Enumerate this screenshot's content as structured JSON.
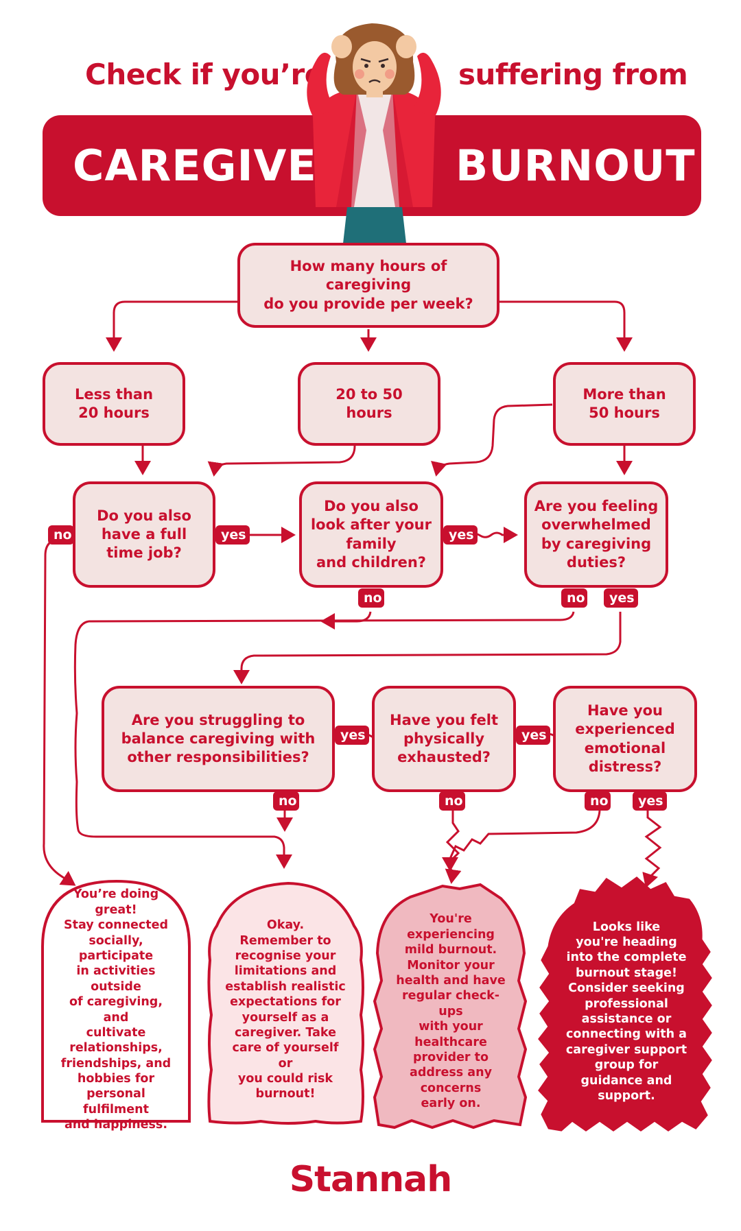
{
  "header": {
    "title_left": "Check if you’re",
    "title_right": "suffering from",
    "banner_left": "CAREGIVER",
    "banner_right": "BURNOUT"
  },
  "nodes": {
    "q_hours": "How many hours of caregiving\ndo you provide per week?",
    "a_less20": "Less than\n20 hours",
    "a_20to50": "20 to 50\nhours",
    "a_more50": "More than\n50 hours",
    "q_job": "Do you also\nhave a full\ntime job?",
    "q_family": "Do you also\nlook after your\nfamily\nand children?",
    "q_overwhelmed": "Are you feeling\noverwhelmed\nby caregiving\nduties?",
    "q_balance": "Are you struggling to\nbalance caregiving with\nother responsibilities?",
    "q_exhausted": "Have you felt\nphysically\nexhausted?",
    "q_distress": "Have you\nexperienced\nemotional\ndistress?"
  },
  "labels": {
    "yes": "yes",
    "no": "no"
  },
  "outcomes": {
    "great": "You’re doing\ngreat!\nStay connected\nsocially, participate\nin activities outside\nof caregiving, and\ncultivate\nrelationships,\nfriendships, and\nhobbies for\npersonal fulfilment\nand happiness.",
    "okay": "Okay.\nRemember to\nrecognise your\nlimitations and\nestablish realistic\nexpectations for\nyourself as a\ncaregiver. Take\ncare of yourself or\nyou could risk\nburnout!",
    "mild": "You're\nexperiencing\nmild burnout.\nMonitor your\nhealth and have\nregular check-ups\nwith your\nhealthcare\nprovider to\naddress any\nconcerns\nearly on.",
    "complete": "Looks like\nyou're heading\ninto the complete\nburnout stage!\nConsider seeking\nprofessional\nassistance or\nconnecting with a\ncaregiver support\ngroup for\nguidance and\nsupport."
  },
  "footer": {
    "logo": "Stannah"
  },
  "colors": {
    "brand_red": "#c8102e",
    "box_fill": "#f3e3e1",
    "okay_fill": "#fbe4e6",
    "mild_fill": "#f0b9c0"
  }
}
